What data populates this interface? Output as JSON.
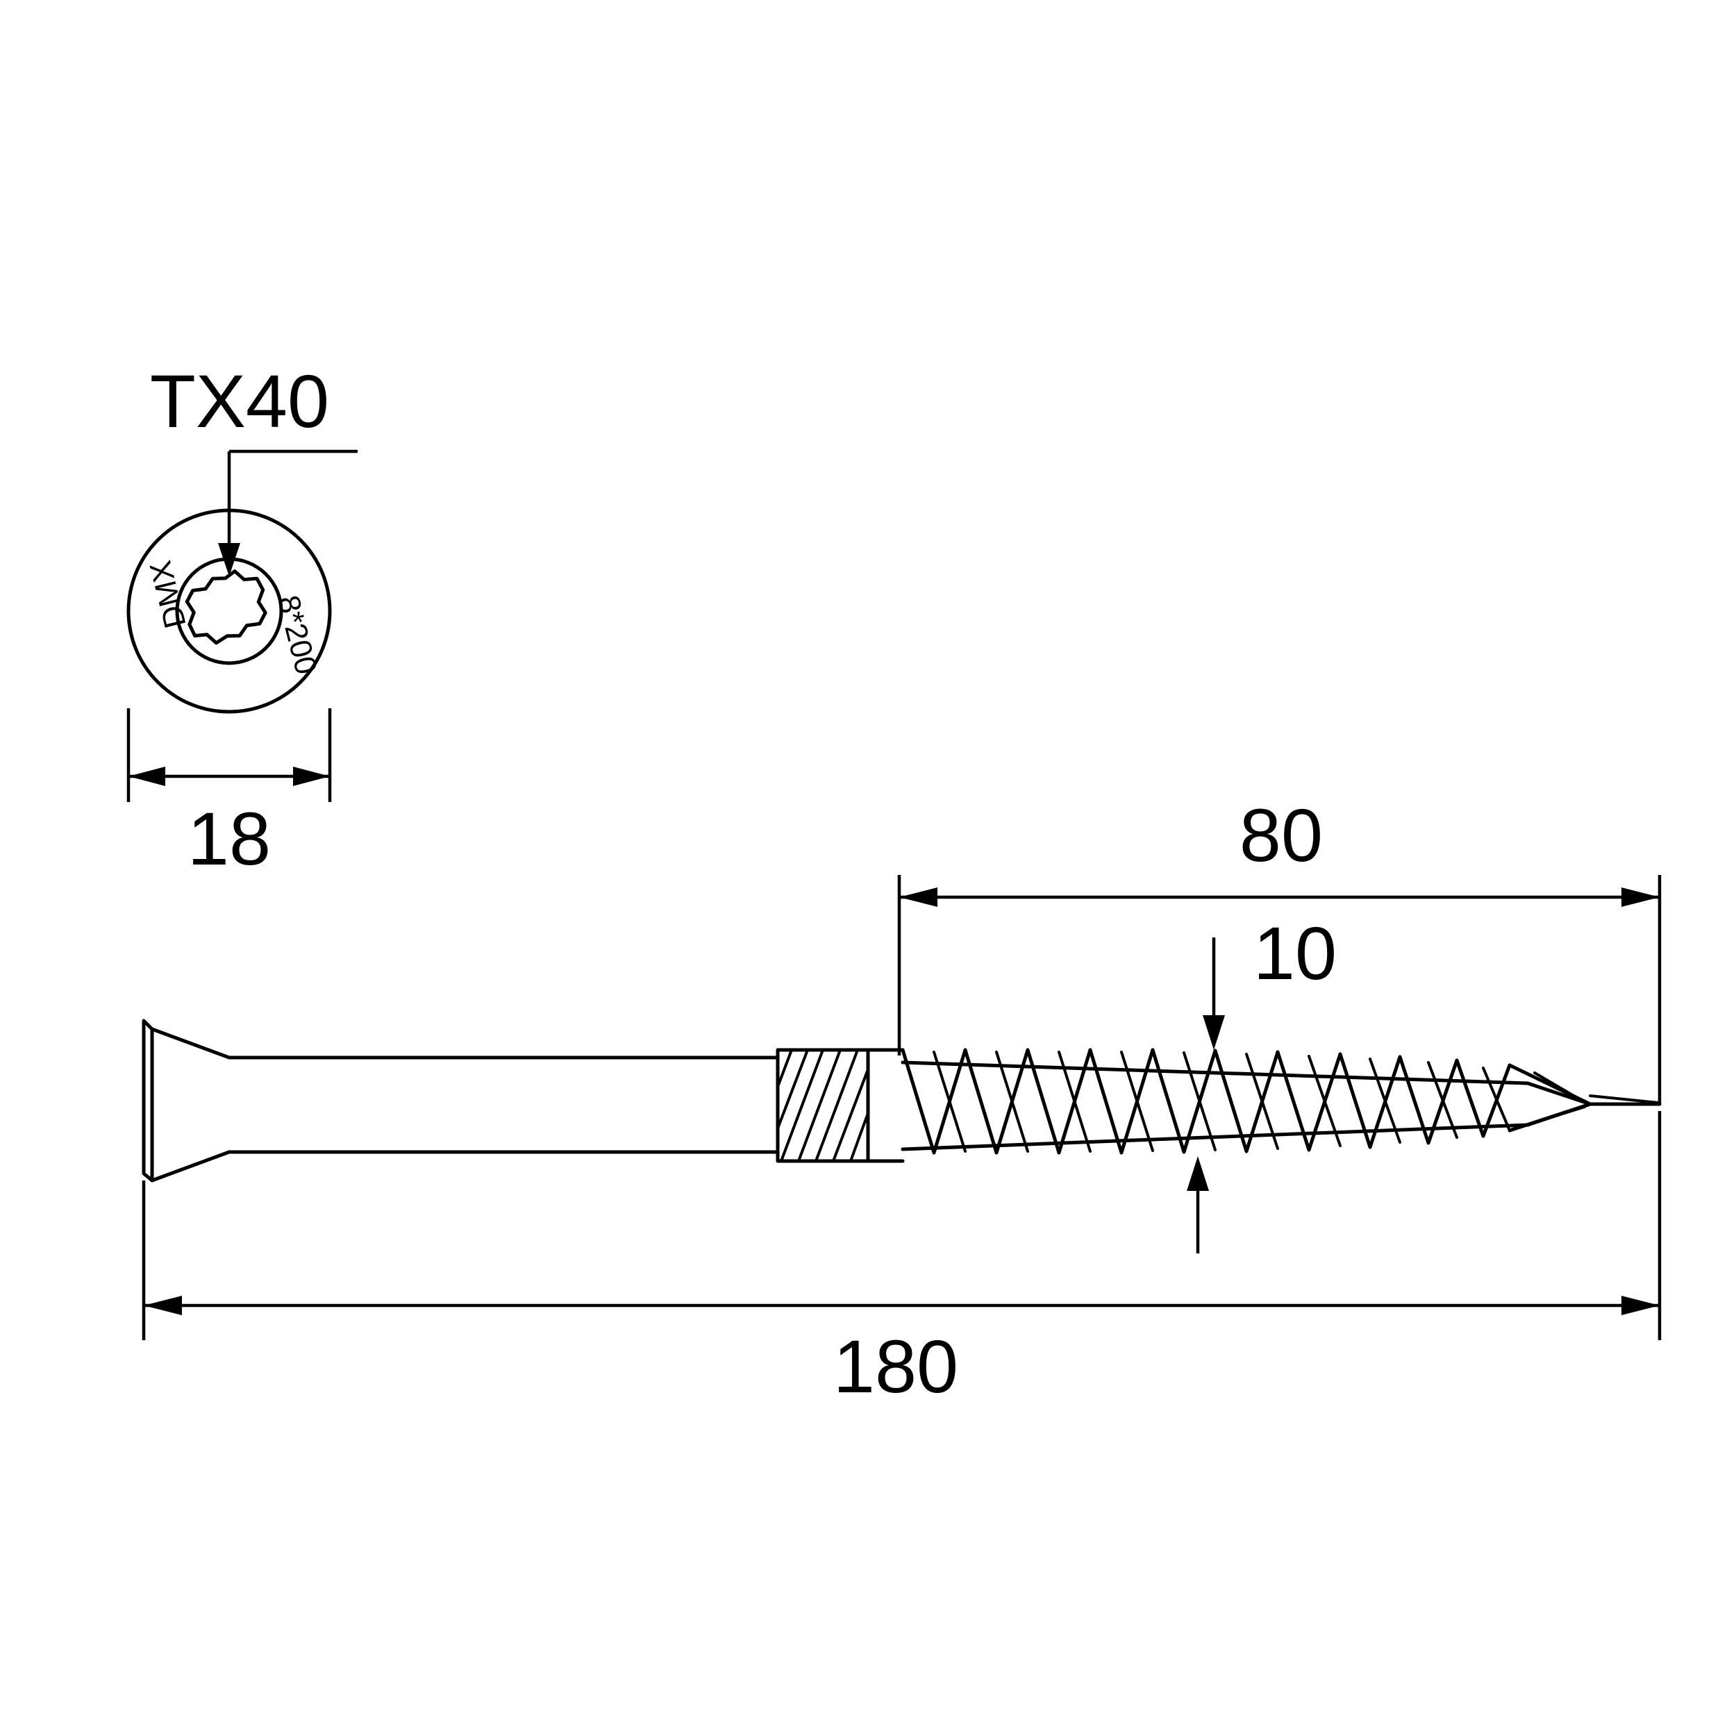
{
  "drawing": {
    "title": "screw-technical-drawing",
    "background_color": "#ffffff",
    "line_color": "#000000",
    "labels": {
      "drive_type": "TX40",
      "head_diameter": "18",
      "thread_diameter": "10",
      "thread_length": "80",
      "total_length": "180"
    },
    "head_marking": {
      "brand": "DMX",
      "size_code": "8*200"
    },
    "units": "mm",
    "views": {
      "head_view": "top-view-of-countersunk-head-with-torx-recess",
      "side_view": "side-view-of-partially-threaded-screw"
    }
  }
}
